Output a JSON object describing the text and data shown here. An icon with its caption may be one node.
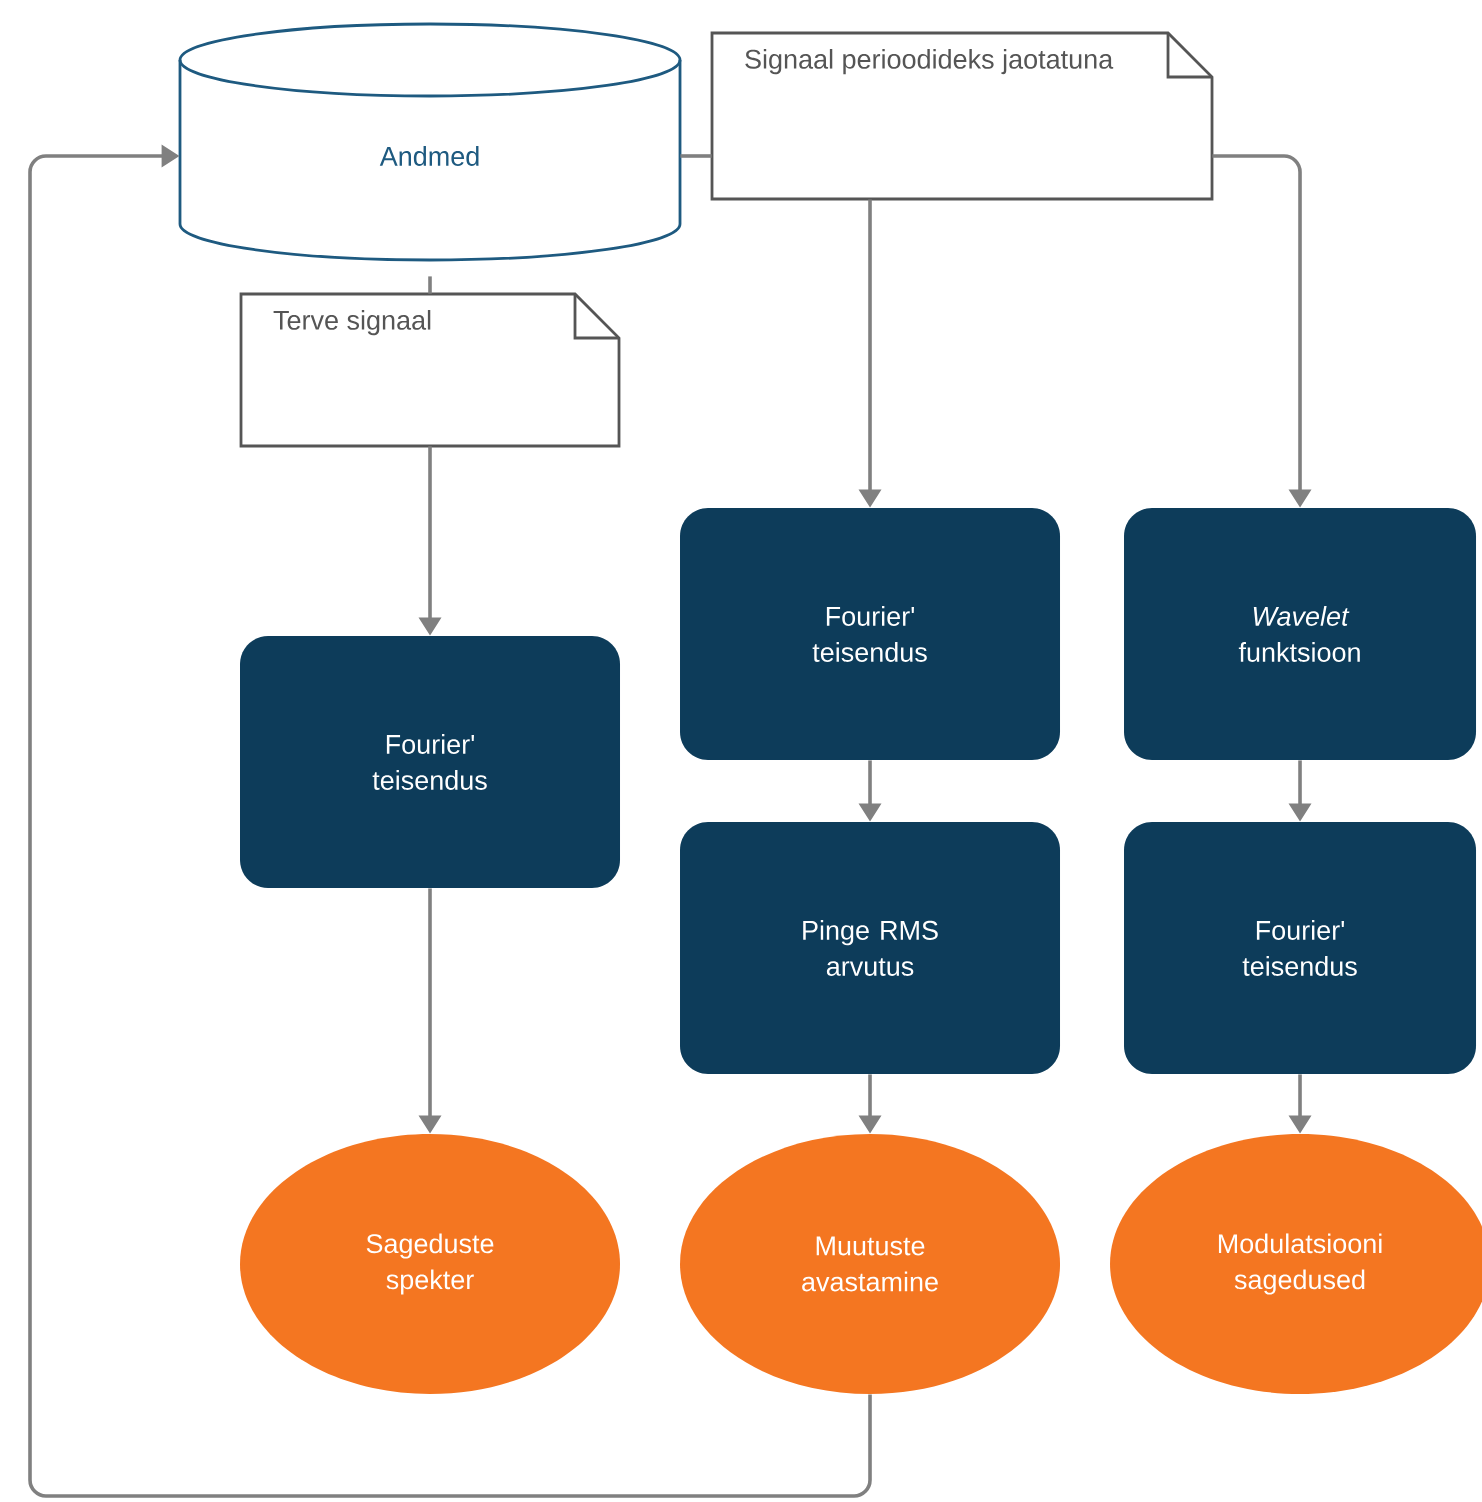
{
  "diagram": {
    "nodes": [
      {
        "text": [
          "Andmed"
        ]
      },
      {
        "text": [
          "Signaal perioodideks jaotatuna"
        ]
      },
      {
        "text": [
          "Terve signaal"
        ]
      },
      {
        "text": [
          "Fourier' teisendus"
        ]
      },
      {
        "text": [
          "Fourier' teisendus"
        ]
      },
      {
        "text": [
          "*Wavelet* funktsioon"
        ]
      },
      {
        "text": [
          "Pinge RMS arvutus"
        ]
      },
      {
        "text": [
          "Fourier' teisendus"
        ]
      },
      {
        "text": [
          "Sageduste spekter"
        ]
      },
      {
        "text": [
          "Muutuste avastamine"
        ]
      },
      {
        "text": [
          "Modulatsiooni sagedused"
        ]
      }
    ],
    "edges": [
      {
        "from": 0,
        "to": 2,
        "arrow": "none"
      },
      {
        "from": 2,
        "to": 3,
        "arrow": "to"
      },
      {
        "from": 3,
        "to": 8,
        "arrow": "to"
      },
      {
        "from": 0,
        "to": 1,
        "arrow": "none"
      },
      {
        "from": 1,
        "to": 4,
        "arrow": "to"
      },
      {
        "from": 1,
        "to": 5,
        "arrow": "to"
      },
      {
        "from": 4,
        "to": 6,
        "arrow": "to"
      },
      {
        "from": 6,
        "to": 9,
        "arrow": "to"
      },
      {
        "from": 5,
        "to": 7,
        "arrow": "to"
      },
      {
        "from": 7,
        "to": 10,
        "arrow": "to"
      },
      {
        "from": 9,
        "to": 0,
        "arrow": "to"
      }
    ]
  }
}
